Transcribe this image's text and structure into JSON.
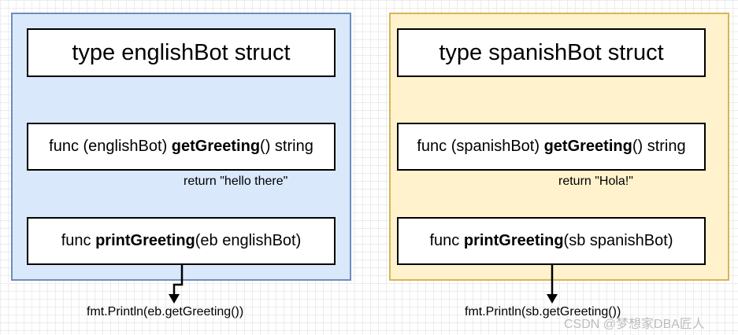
{
  "english": {
    "title": "type englishBot struct",
    "get_greeting": {
      "prefix": "func (englishBot) ",
      "name": "getGreeting",
      "suffix": "() string"
    },
    "return_text": "return \"hello there\"",
    "print_greeting": {
      "prefix": "func ",
      "name": "printGreeting",
      "suffix": "(eb englishBot)"
    },
    "call_text": "fmt.Println(eb.getGreeting())"
  },
  "spanish": {
    "title": "type spanishBot struct",
    "get_greeting": {
      "prefix": "func (spanishBot) ",
      "name": "getGreeting",
      "suffix": "() string"
    },
    "return_text": "return \"Hola!\"",
    "print_greeting": {
      "prefix": "func ",
      "name": "printGreeting",
      "suffix": "(sb spanishBot)"
    },
    "call_text": "fmt.Println(sb.getGreeting())"
  },
  "watermark": "CSDN @梦想家DBA匠人",
  "colors": {
    "english_fill": "#dae8fc",
    "english_stroke": "#6c8ebf",
    "spanish_fill": "#fff2cc",
    "spanish_stroke": "#d6b656"
  }
}
